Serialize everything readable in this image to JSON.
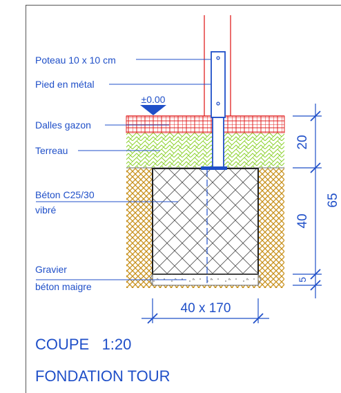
{
  "labels": {
    "post": "Poteau 10 x 10 cm",
    "foot": "Pied en métal",
    "level": "±0.00",
    "slabs": "Dalles gazon",
    "soil": "Terreau",
    "concrete_line1": "Béton C25/30",
    "concrete_line2": "vibré",
    "gravel_line1": "Gravier",
    "gravel_line2": "béton maigre"
  },
  "dimensions": {
    "width_text": "40 x 170",
    "d20": "20",
    "d40": "40",
    "d5": "5",
    "total": "65"
  },
  "title": {
    "line1": "COUPE   1:20",
    "line2": "FONDATION TOUR"
  },
  "colors": {
    "annotation": "#1f4fc8",
    "post_outline": "#e02020",
    "frame": "#555555"
  }
}
